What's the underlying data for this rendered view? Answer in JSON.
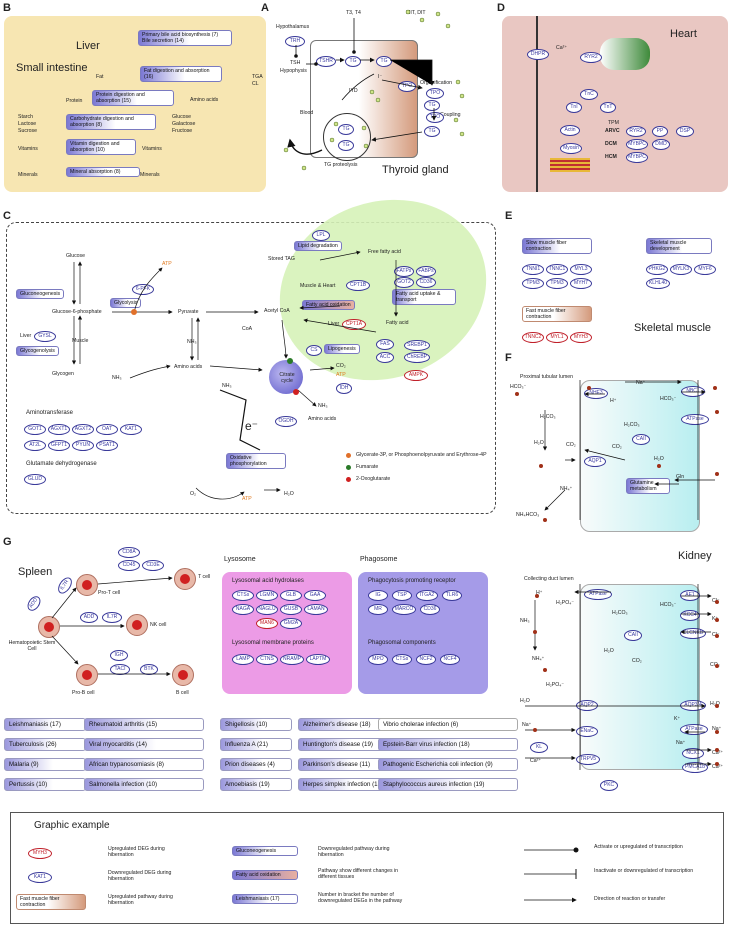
{
  "panels": {
    "A": "A",
    "B": "B",
    "C": "C",
    "D": "D",
    "E": "E",
    "F": "F",
    "G": "G"
  },
  "panelB": {
    "liver": "Liver",
    "small_intestine": "Small intestine",
    "p1": "Primary bile acid biosynthesis (7)",
    "p2": "Bile secretion (14)",
    "fat": "Fat",
    "fat_path": "Fat digestion and absorption (16)",
    "tga": "TGA",
    "cl": "CL",
    "protein": "Protein",
    "protein_path": "Protein digestion and absorption (15)",
    "amino": "Amino acids",
    "starch": "Starch",
    "lactose": "Lactose",
    "sucrose": "Sucrose",
    "carb_path": "Carbohydrate digestion and absorption (8)",
    "glucose": "Glucose",
    "galactose": "Galactose",
    "fructose": "Fructose",
    "vitamins": "Vitamins",
    "vit_path": "Vitamin digestion and absorption (10)",
    "vitamins_out": "Vitamins",
    "minerals": "Minerals",
    "min_path": "Mineral absorption (8)",
    "minerals_out": "Minerals"
  },
  "panelA": {
    "hypothalamus": "Hypothalamus",
    "trh": "TRH",
    "tsh": "TSH",
    "hypophysis": "Hypophysis",
    "tshr": "TSHR",
    "t3t4": "T3, T4",
    "mitdit": "MIT, DIT",
    "tg": "TG",
    "i": "I⁻",
    "tpo": "TPO",
    "iyd": "IYD",
    "blood": "Blood",
    "organification": "Organification",
    "coupling": "Coupling",
    "proteolysis": "TG proteolysis",
    "title": "Thyroid gland"
  },
  "panelD": {
    "title": "Heart",
    "dhpr": "DHPR",
    "ca": "Ca²⁺",
    "ryr2": "RYR2",
    "tnc": "TnC",
    "tni": "TnI",
    "tnt": "TnT",
    "tpm": "TPM",
    "actin": "Actin",
    "myosin": "Myosin",
    "arvc": "ARVC",
    "dcm": "DCM",
    "hcm": "HCM",
    "g_ryr2": "RYR2",
    "g_pp": "PP",
    "g_dsp": "DSP",
    "g_mybpc": "MYBPC",
    "g_dmd": "DMD",
    "g_mybpc2": "MYBPC"
  },
  "panelC": {
    "glucose": "Glucose",
    "gluconeogenesis": "Gluconeogenesis",
    "g6p": "Glucose-6-phosphate",
    "liver": "Liver",
    "gys": "GYSL",
    "glycogenolysis": "Glycogenolysis",
    "muscle": "Muscle",
    "glycogen": "Glycogen",
    "glycolysis": "Glycolysis",
    "pfk": "6-PFK",
    "atp1": "ATP",
    "pyruvate": "Pyruvate",
    "acetyl": "Acetyl CoA",
    "coa": "CoA",
    "nh3a": "NH₃",
    "nh3b": "NH₃",
    "nh3c": "NH₃",
    "nh3d": "NH₃",
    "amino": "Amino acids",
    "amino2": "Amino acids",
    "stored": "Stored TAG",
    "lpl": "LPL",
    "lipid": "Lipid degradation",
    "ffa": "Free fatty acid",
    "fatp": "FATPs",
    "fabp": "FABPs",
    "got2": "GOT2",
    "cd36": "CD36",
    "uptake": "Fatty acid uptake & transport",
    "mh": "Muscle & Heart",
    "cpt1b": "CPT1B",
    "fao": "Fatty acid oxidation",
    "liver2": "Liver",
    "cpt1a": "CPT1A",
    "fa": "Fatty acid",
    "lipogenesis": "Lipogenesis",
    "fas": "FAS",
    "acc": "ACC",
    "srebp": "SREBP1",
    "chrebp": "ChREBP",
    "ampk": "AMPK",
    "cs": "CS",
    "citrate": "Citrate cycle",
    "idh": "IDH",
    "ogdh": "OGDH",
    "co2": "CO₂",
    "atp2": "ATP",
    "e": "e⁻",
    "oxphos": "Oxidative phosphorylation",
    "o2": "O₂",
    "atp3": "ATP",
    "h2o": "H₂O",
    "amino_t": "Aminotransferase",
    "got1": "GOT1",
    "agxt1": "AGXT1",
    "agxt2": "AGXT2",
    "oat": "OAT",
    "kat1": "KAT1",
    "at2l": "AT2L",
    "gfpt1": "GFPT1",
    "pyun": "PYUN",
    "psat1": "PSAT1",
    "gdh": "Glutamate dehydrogenase",
    "glud": "GLUD",
    "leg1": "Glycerate-3P, or Phosphoenolpyruvate and Erythrose-4P",
    "leg2": "Fumarate",
    "leg3": "2-Oxoglutarate"
  },
  "panelE": {
    "slow": "Slow muscle fiber contraction",
    "skel_dev": "Skeletal muscle development",
    "fast": "Fast muscle fiber contraction",
    "title": "Skeletal muscle",
    "slow_genes": [
      "TNNI1",
      "TNNC1",
      "MYL3",
      "TPM3",
      "TPM3",
      "MYH7"
    ],
    "dev_genes": [
      "PHKG2",
      "MYLK3",
      "MYF6",
      "KLHL40"
    ],
    "fast_genes": [
      "TNNC2",
      "MYL1",
      "MYH3"
    ]
  },
  "panelF": {
    "lumen1": "Proximal tubular lumen",
    "lumen2": "Collecting duct lumen",
    "kidney": "Kidney",
    "hco3": "HCO₃⁻",
    "nhe3": "NHE3",
    "nbc1": "NBC1",
    "atpase": "ATPase",
    "na": "Na⁺",
    "h": "H⁺",
    "h2co3": "H₂CO₃",
    "ca2": "CAII",
    "co2": "CO₂",
    "h2o": "H₂O",
    "aqp1": "AQP1",
    "gln": "Gln",
    "glutamine": "Glutamine metabolism",
    "nh4": "NH₄⁺",
    "nh4hco3": "NH₄HCO₃",
    "ae1": "AE1",
    "kcc4": "KCC4",
    "clcnkb": "CLCNKB",
    "cl": "Cl⁻",
    "k": "K⁺",
    "nh3": "NH₃",
    "hpo4": "H₂PO₄⁻",
    "aqp2": "AQP2",
    "aqp34": "AQP3/4",
    "enac": "ENaC",
    "trpv5": "TRPV5",
    "ncx1": "NCX1",
    "pmca": "PMCA1b",
    "kl": "KL",
    "pkc": "PKC",
    "ca2p": "Ca²⁺"
  },
  "panelG": {
    "spleen": "Spleen",
    "hsc": "Hematopoietic Stem Cell",
    "protcell": "Pro-T cell",
    "tcell": "T cell",
    "nk": "NK cell",
    "probcell": "Pro-B cell",
    "bcell": "B cell",
    "cd8a": "CD8A",
    "cd45": "CD45",
    "cd3e": "CD3E",
    "il7r": "IL7R",
    "add": "ADD",
    "il7r2": "IL7R",
    "add2": "ADD",
    "igh": "IGH",
    "taci": "TACI",
    "btk": "BTK",
    "lysosome": "Lysosome",
    "acid": "Lysosomal acid hydrolases",
    "membrane": "Lysosomal membrane proteins",
    "lys_genes": [
      "CTSs",
      "LGMN",
      "GLB",
      "GAA",
      "NAGA",
      "NAGLU",
      "GUSB",
      "LAMAN",
      "MAN6",
      "GM2A"
    ],
    "mem_genes": [
      "LAMP",
      "CTNS",
      "NRAMP",
      "LAPTM"
    ],
    "phagosome": "Phagosome",
    "receptor": "Phagocytosis promoting receptor",
    "components": "Phagosomal components",
    "phago_genes": [
      "IG",
      "TSP",
      "ITGA2",
      "TLR6",
      "MR",
      "MARCO",
      "CD36"
    ],
    "comp_genes": [
      "MPO",
      "CTSs",
      "NCF2",
      "NCF4"
    ],
    "diseases": [
      [
        "Leishmaniasis (17)",
        "Rheumatoid arthritis (15)",
        "Shigellosis (10)",
        "Alzheimer's disease (18)",
        "Vibrio cholerae infection (6)"
      ],
      [
        "Tuberculosis (26)",
        "Viral myocarditis (14)",
        "Influenza A (21)",
        "Huntington's disease (19)",
        "Epstein-Barr virus infection (18)"
      ],
      [
        "Malaria (9)",
        "African trypanosomiasis (8)",
        "Prion diseases (4)",
        "Parkinson's disease (11)",
        "Pathogenic Escherichia coli infection (9)"
      ],
      [
        "Pertussis (10)",
        "Salmonella infection (10)",
        "Amoebiasis (19)",
        "Herpes simplex infection (13)",
        "Staphylococcus aureus infection (19)"
      ]
    ]
  },
  "legend": {
    "title": "Graphic example",
    "g1": "MYH3",
    "d1": "Upregulated DEG during hibernation",
    "g2": "KAT1",
    "d2": "Downregulated DEG during hibernation",
    "g3": "Fast muscle fiber contraction",
    "d3": "Upregulated pathway during hibernation",
    "p1": "Gluconeogenesis",
    "e1": "Downregulated pathway during hibernation",
    "p2": "Fatty acid oxidation",
    "e2": "Pathway show different changes in different tissues",
    "p3": "Leishmaniasis (17)",
    "e3": "Number in bracket the number of downregulated DEGs in the pathway",
    "a1": "Activate or upregulated of transcription",
    "a2": "Inactivate or downregulated of transcription",
    "a3": "Direction of reaction or transfer"
  }
}
